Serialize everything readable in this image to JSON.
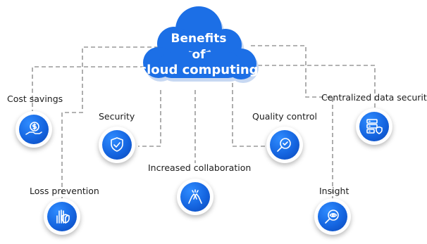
{
  "diagram": {
    "title_line1": "Benefits",
    "title_line2": "of",
    "title_line3": "cloud computing",
    "nodes": [
      {
        "label": "Cost savings",
        "icon": "dollar-hand-icon"
      },
      {
        "label": "Loss prevention",
        "icon": "hand-shield-icon"
      },
      {
        "label": "Security",
        "icon": "shield-check-icon"
      },
      {
        "label": "Increased collaboration",
        "icon": "high-five-icon"
      },
      {
        "label": "Quality control",
        "icon": "magnifier-check-icon"
      },
      {
        "label": "Insight",
        "icon": "magnifier-eye-icon"
      },
      {
        "label": "Centralized data security",
        "icon": "server-shield-icon"
      }
    ],
    "colors": {
      "cloud": "#1c6fe6",
      "cloud_shadow": "#c7d8f2",
      "icon_circle": "#1565e0",
      "connector": "#9a9a9a",
      "label_text": "#1c1c1c"
    }
  }
}
